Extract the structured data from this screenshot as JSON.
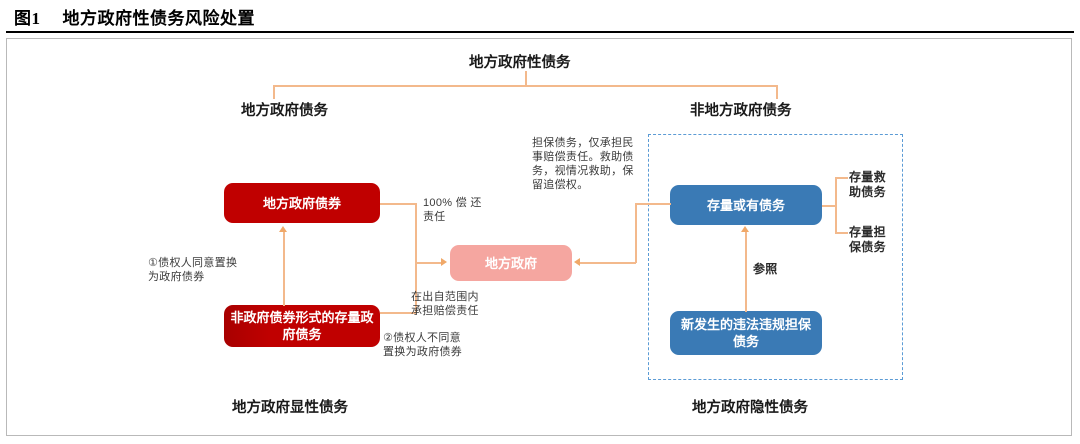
{
  "figure": {
    "number": "图1",
    "title": "地方政府性债务风险处置"
  },
  "hierarchy": {
    "root": "地方政府性债务",
    "left_branch": "地方政府债务",
    "right_branch": "非地方政府债务"
  },
  "nodes": {
    "local_gov_bond": "地方政府债券",
    "non_bond_stock_debt": "非政府债券形式的存量政府债务",
    "local_government": "地方政府",
    "stock_contingent_debt": "存量或有债务",
    "new_illegal_guarantee_debt": "新发生的违法违规担保债务"
  },
  "leaf_labels": {
    "stock_rescue_debt": "存量救助债务",
    "stock_guarantee_debt": "存量担保债务"
  },
  "annotations": {
    "full_repayment": "100% 偿 还\n责任",
    "creditor_agrees": "①债权人同意置换\n为政府债券",
    "within_contribution_scope": "在出自范围内\n承担赔偿责任",
    "creditor_disagrees": "②债权人不同意\n置换为政府债券",
    "guarantee_rescue_note": "担保债务，仅承担民\n事赔偿责任。救助债\n务，视情况救助，保\n留追偿权。",
    "reference": "参照"
  },
  "footers": {
    "explicit_debt": "地方政府显性债务",
    "implicit_debt": "地方政府隐性债务"
  },
  "colors": {
    "red": "#c00000",
    "pink": "#f5a6a0",
    "blue": "#3a7ab5",
    "connector": "#f3b98c",
    "dashed_region": "#5b9bd5"
  }
}
